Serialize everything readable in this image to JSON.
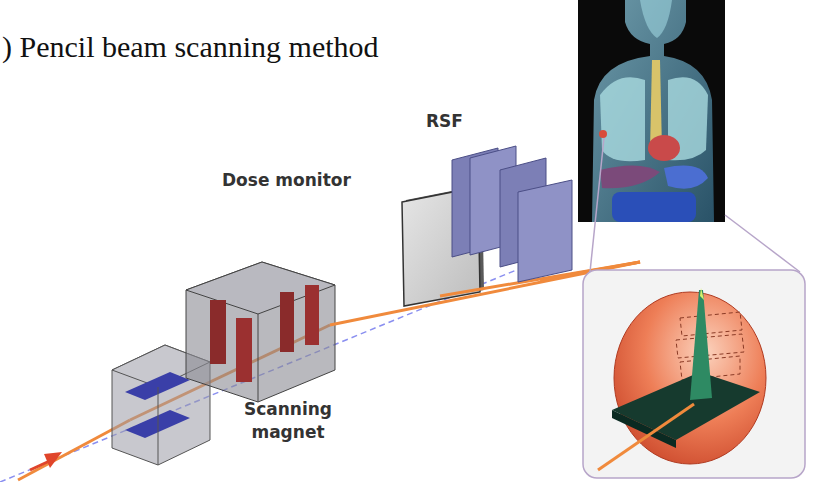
{
  "diagram": {
    "title": ") Pencil beam scanning method",
    "labels": [
      "Dose monitor",
      "RSF",
      "Scanning magnet"
    ]
  }
}
